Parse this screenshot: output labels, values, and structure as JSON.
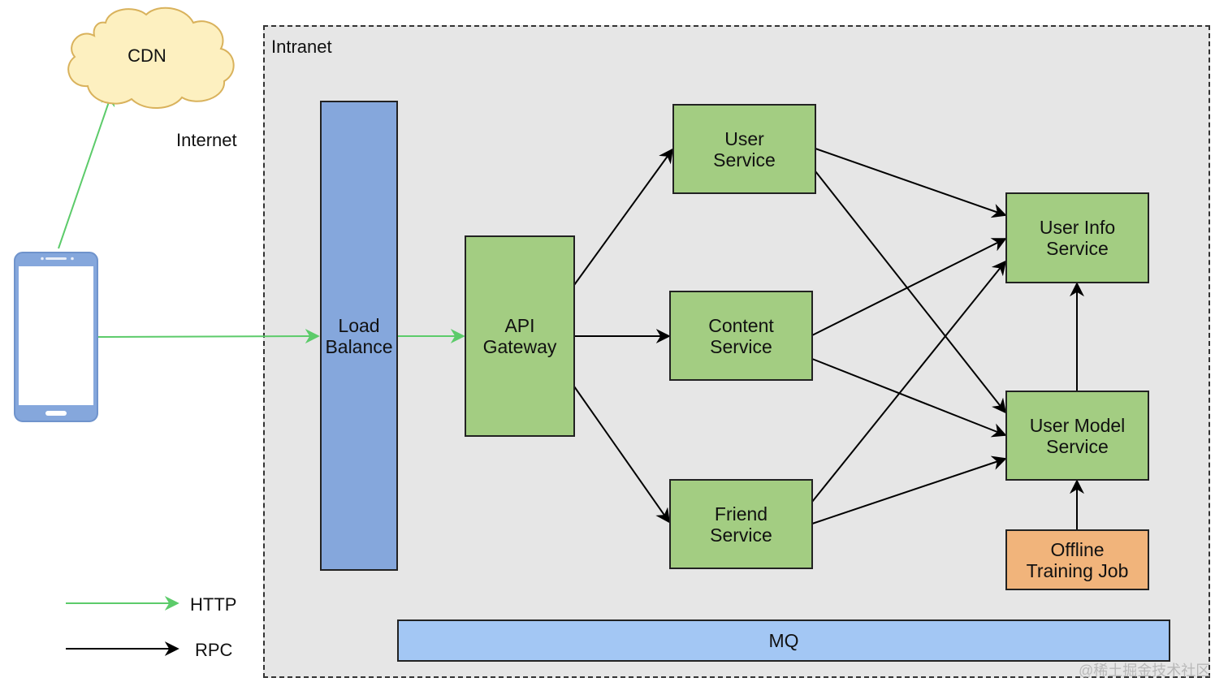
{
  "labels": {
    "intranet": "Intranet",
    "internet": "Internet",
    "cdn": "CDN"
  },
  "nodes": {
    "load_balance": "Load\nBalance",
    "api_gateway": "API\nGateway",
    "user_service": "User\nService",
    "content_service": "Content\nService",
    "friend_service": "Friend\nService",
    "user_info_service": "User Info\nService",
    "user_model_service": "User Model\nService",
    "offline_training_job": "Offline\nTraining Job",
    "mq": "MQ"
  },
  "legend": {
    "http": "HTTP",
    "rpc": "RPC"
  },
  "colors": {
    "http_line": "#5ccb6a",
    "rpc_line": "#000000",
    "service_fill": "#a3cd82",
    "load_balance_fill": "#85a7dc",
    "job_fill": "#f1b47b",
    "mq_fill": "#a3c7f4",
    "cdn_fill": "#fdf0c0",
    "phone_frame": "#85a7dc"
  },
  "edges": [
    {
      "from": "phone",
      "to": "cdn",
      "type": "HTTP"
    },
    {
      "from": "phone",
      "to": "load_balance",
      "type": "HTTP"
    },
    {
      "from": "load_balance",
      "to": "api_gateway",
      "type": "HTTP"
    },
    {
      "from": "api_gateway",
      "to": "user_service",
      "type": "RPC"
    },
    {
      "from": "api_gateway",
      "to": "content_service",
      "type": "RPC"
    },
    {
      "from": "api_gateway",
      "to": "friend_service",
      "type": "RPC"
    },
    {
      "from": "user_service",
      "to": "user_info_service",
      "type": "RPC"
    },
    {
      "from": "user_service",
      "to": "user_model_service",
      "type": "RPC"
    },
    {
      "from": "content_service",
      "to": "user_info_service",
      "type": "RPC"
    },
    {
      "from": "content_service",
      "to": "user_model_service",
      "type": "RPC"
    },
    {
      "from": "friend_service",
      "to": "user_info_service",
      "type": "RPC"
    },
    {
      "from": "friend_service",
      "to": "user_model_service",
      "type": "RPC"
    },
    {
      "from": "user_model_service",
      "to": "user_info_service",
      "type": "RPC"
    },
    {
      "from": "offline_training_job",
      "to": "user_model_service",
      "type": "RPC"
    }
  ],
  "watermark": "@稀土掘金技术社区"
}
